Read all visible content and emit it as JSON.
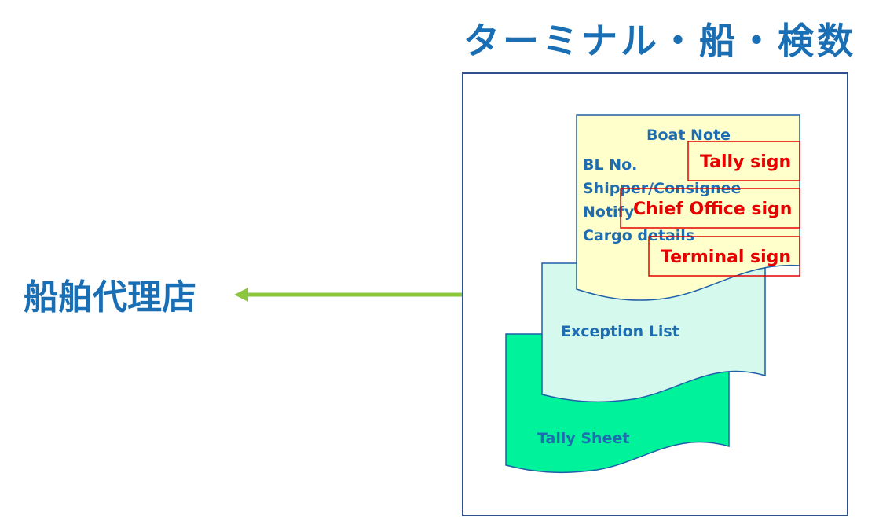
{
  "header": {
    "title": "ターミナル・船・検数"
  },
  "left": {
    "agent_label": "船舶代理店"
  },
  "documents": {
    "tally_sheet": {
      "title": "Tally Sheet"
    },
    "exception_list": {
      "title": "Exception List"
    },
    "boat_note": {
      "title": "Boat Note",
      "fields": [
        "BL No.",
        "Shipper/Consignee",
        "Notify",
        "Cargo details"
      ]
    }
  },
  "signs": {
    "tally": "Tally sign",
    "chief_office": "Chief Office sign",
    "terminal": "Terminal sign"
  },
  "colors": {
    "title_blue": "#1a6fb4",
    "frame_border": "#2f4f8f",
    "boat_note_fill": "#ffffcc",
    "exception_fill": "#d5f9ec",
    "tally_fill": "#00f29a",
    "sign_red": "#e60000",
    "arrow_green": "#8cc63f"
  }
}
